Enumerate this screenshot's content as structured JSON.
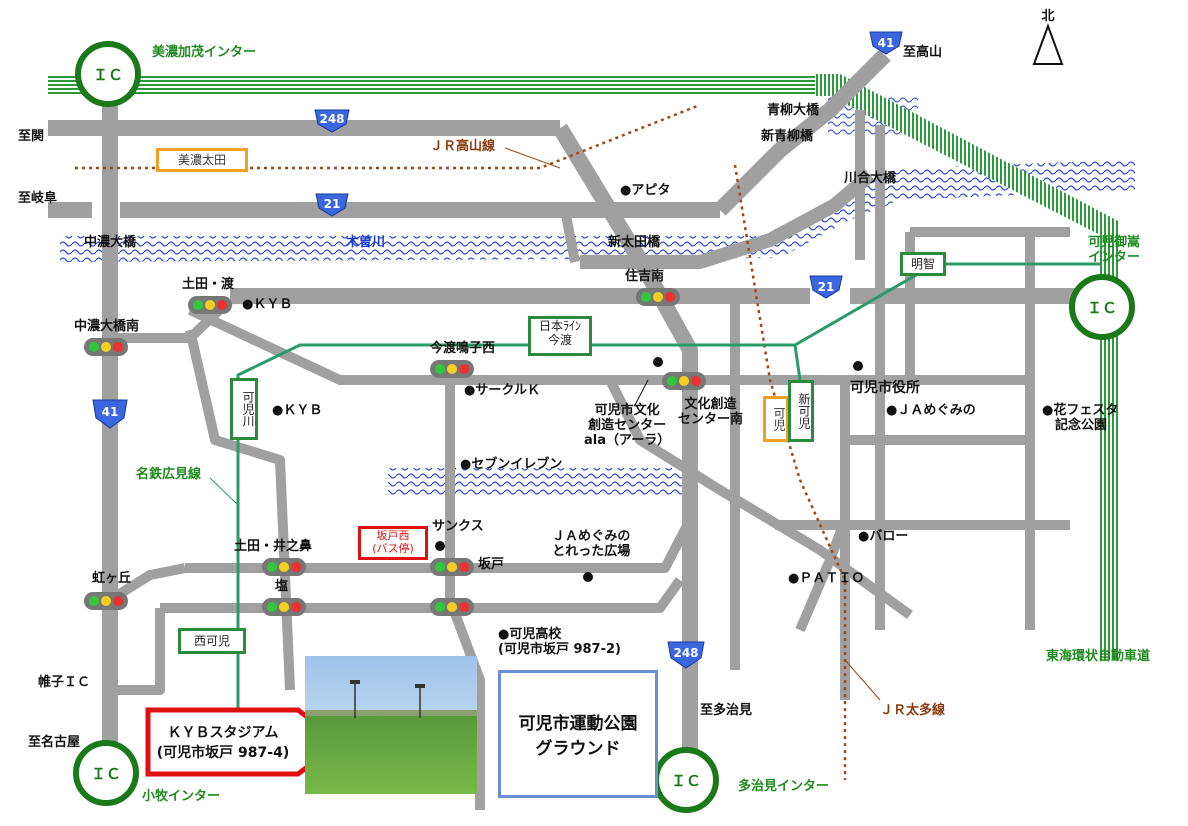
{
  "north": "北",
  "interchanges": {
    "minokamo": "美濃加茂インター",
    "kanimitake": "可児御嵩\nインター",
    "komaki": "小牧インター",
    "tajimi": "多治見インター",
    "ic_label": "ＩＣ",
    "kani_ic": "帷子ＩＣ"
  },
  "routes": {
    "r248": "248",
    "r21": "21",
    "r41": "41"
  },
  "directions": {
    "to_takayama": "至高山",
    "to_seki": "至関",
    "to_gifu": "至岐阜",
    "to_nagoya": "至名古屋",
    "to_tajimi": "至多治見"
  },
  "rail": {
    "takayama_line": "ＪＲ高山線",
    "taita_line": "ＪＲ太多線",
    "meitetsu_hiromi": "名鉄広見線",
    "tokai_loop": "東海環状自動車道"
  },
  "stations": {
    "mino_ota": "美濃太田",
    "nihon_rhine_imawatari": "日本ﾗｲﾝ\n今渡",
    "kani_station": "可児川",
    "meichi": "明智",
    "kani": "可児",
    "shin_kani": "新可児",
    "nishi_kani": "西可児"
  },
  "river": "木曽川",
  "bridges": {
    "aoyagi": "青柳大橋",
    "shin_aoyagi": "新青柳橋",
    "kawai": "川合大橋",
    "chuno": "中濃大橋",
    "shin_ota": "新太田橋"
  },
  "intersections": {
    "doda_watari": "土田・渡",
    "chuno_ohashi_minami": "中濃大橋南",
    "sumiyoshi_minami": "住吉南",
    "imawatari_narukonishi": "今渡鳴子西",
    "bunka_minami": "文化創造\nセンター南",
    "doda_inohana": "土田・井之鼻",
    "shio": "塩",
    "sakado": "坂戸",
    "nijigaoka": "虹ヶ丘"
  },
  "landmarks": {
    "apita": "●アピタ",
    "kyb1": "●ＫＹＢ",
    "kyb2": "●ＫＹＢ",
    "circle_k": "●サークルＫ",
    "seven_eleven": "●セブンイレブン",
    "sanks": "サンクス",
    "city_hall": "可児市役所",
    "ja_megumino": "●ＪＡめぐみの",
    "hana_festa": "●花フェスタ\n　記念公園",
    "bunka_center": "可児市文化\n創造センター\nala（アーラ）",
    "ja_toretta": "ＪＡめぐみの\nとれった広場",
    "valor": "●バロー",
    "patio": "●ＰＡＴＩＯ",
    "kani_high": "●可児高校\n(可児市坂戸 987-2)"
  },
  "bus_stop": "坂戸西\n(バス停)",
  "stadium": "ＫＹＢスタジアム\n(可児市坂戸 987-4)",
  "park": "可児市運動公園\nグラウンド",
  "colors": {
    "road": "#a0a0a0",
    "expressway": "#2a9a3a",
    "rail_jr": "#9a4a1a",
    "rail_meitetsu": "#2a9a6a",
    "river": "#3050d0",
    "route_shield": "#3a66e0",
    "ic_circle": "#1a7a1a",
    "stadium_border": "#e01010",
    "park_border": "#6b8fd0"
  }
}
